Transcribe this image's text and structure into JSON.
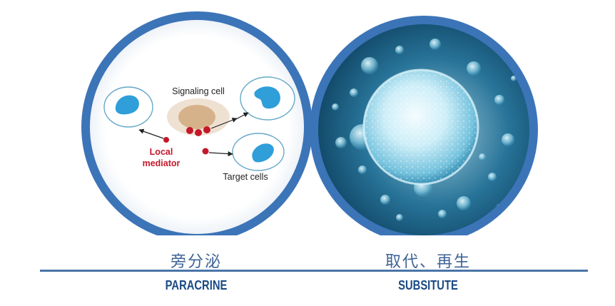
{
  "colors": {
    "ring": "#3c74b8",
    "ring_light": "#5a90cc",
    "left_fill": "#ffffff",
    "cell_body": "#2f9ed9",
    "cell_outline": "#66a8c8",
    "signaling_cell": "#d6b28a",
    "signaling_halo": "#efe1d2",
    "mediator": "#c4182a",
    "arrow": "#222222",
    "text_dark": "#222222",
    "chinese_caption": "#3e6395",
    "english_caption": "#1a4a84",
    "divider": "#4a74a8",
    "micro_dark": "#0d3f5e",
    "micro_mid": "#2e7fa6",
    "micro_light": "#bfe6f2"
  },
  "left_panel": {
    "signaling_label": "Signaling cell",
    "mediator_label_line1": "Local",
    "mediator_label_line2": "mediator",
    "target_label": "Target cells"
  },
  "captions": {
    "left_chinese": "旁分泌",
    "left_english": "PARACRINE",
    "right_chinese": "取代、再生",
    "right_english": "SUBSITUTE"
  }
}
